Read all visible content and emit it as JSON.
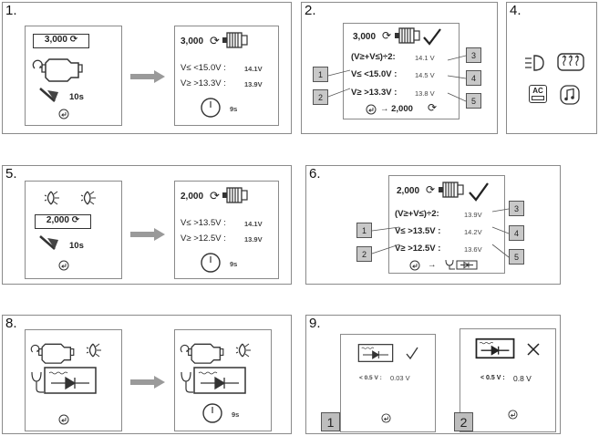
{
  "panels": {
    "p1": {
      "num": "1.",
      "rpm": "3,000",
      "time": "10s",
      "arrow_label": "",
      "rpm2": "3,000",
      "r1_label": "V≤ <15.0V :",
      "r1_val": "14.1V",
      "r2_label": "V≥ >13.3V :",
      "r2_val": "13.9V",
      "timer": "9s"
    },
    "p2": {
      "num": "2.",
      "rpm": "3,000",
      "formula": "(V≥+V≤)÷2:",
      "formula_val": "14.1 V",
      "r1_label": "V≤ <15.0V :",
      "r1_val": "14.5 V",
      "r2_label": "V≥ >13.3V :",
      "r2_val": "13.8 V",
      "next": "→ 2,000",
      "labels": [
        "1",
        "2",
        "3",
        "4",
        "5"
      ]
    },
    "p4": {
      "num": "4.",
      "ac_label": "AC"
    },
    "p5": {
      "num": "5.",
      "rpm": "2,000",
      "time": "10s",
      "rpm2": "2,000",
      "r1_label": "V≤ >13.5V :",
      "r1_val": "14.1V",
      "r2_label": "V≥ >12.5V :",
      "r2_val": "13.9V",
      "timer": "9s"
    },
    "p6": {
      "num": "6.",
      "rpm": "2,000",
      "formula": "(V≥+V≤)÷2:",
      "formula_val": "13.9V",
      "r1_label": "V≤ >13.5V :",
      "r1_val": "14.2V",
      "r2_label": "V≥ >12.5V :",
      "r2_val": "13.6V",
      "next": "→",
      "labels": [
        "1",
        "2",
        "3",
        "4",
        "5"
      ]
    },
    "p8": {
      "num": "8.",
      "timer": "9s"
    },
    "p9": {
      "num": "9.",
      "s1_label": "< 0.5 V :",
      "s1_val": "0.03 V",
      "s2_label": "< 0.5 V :",
      "s2_val": "0.8 V",
      "labels": [
        "1",
        "2"
      ]
    }
  },
  "colors": {
    "border": "#8a8a8a",
    "arrow": "#9a9a9a",
    "label_fill": "#c8c8c8"
  }
}
